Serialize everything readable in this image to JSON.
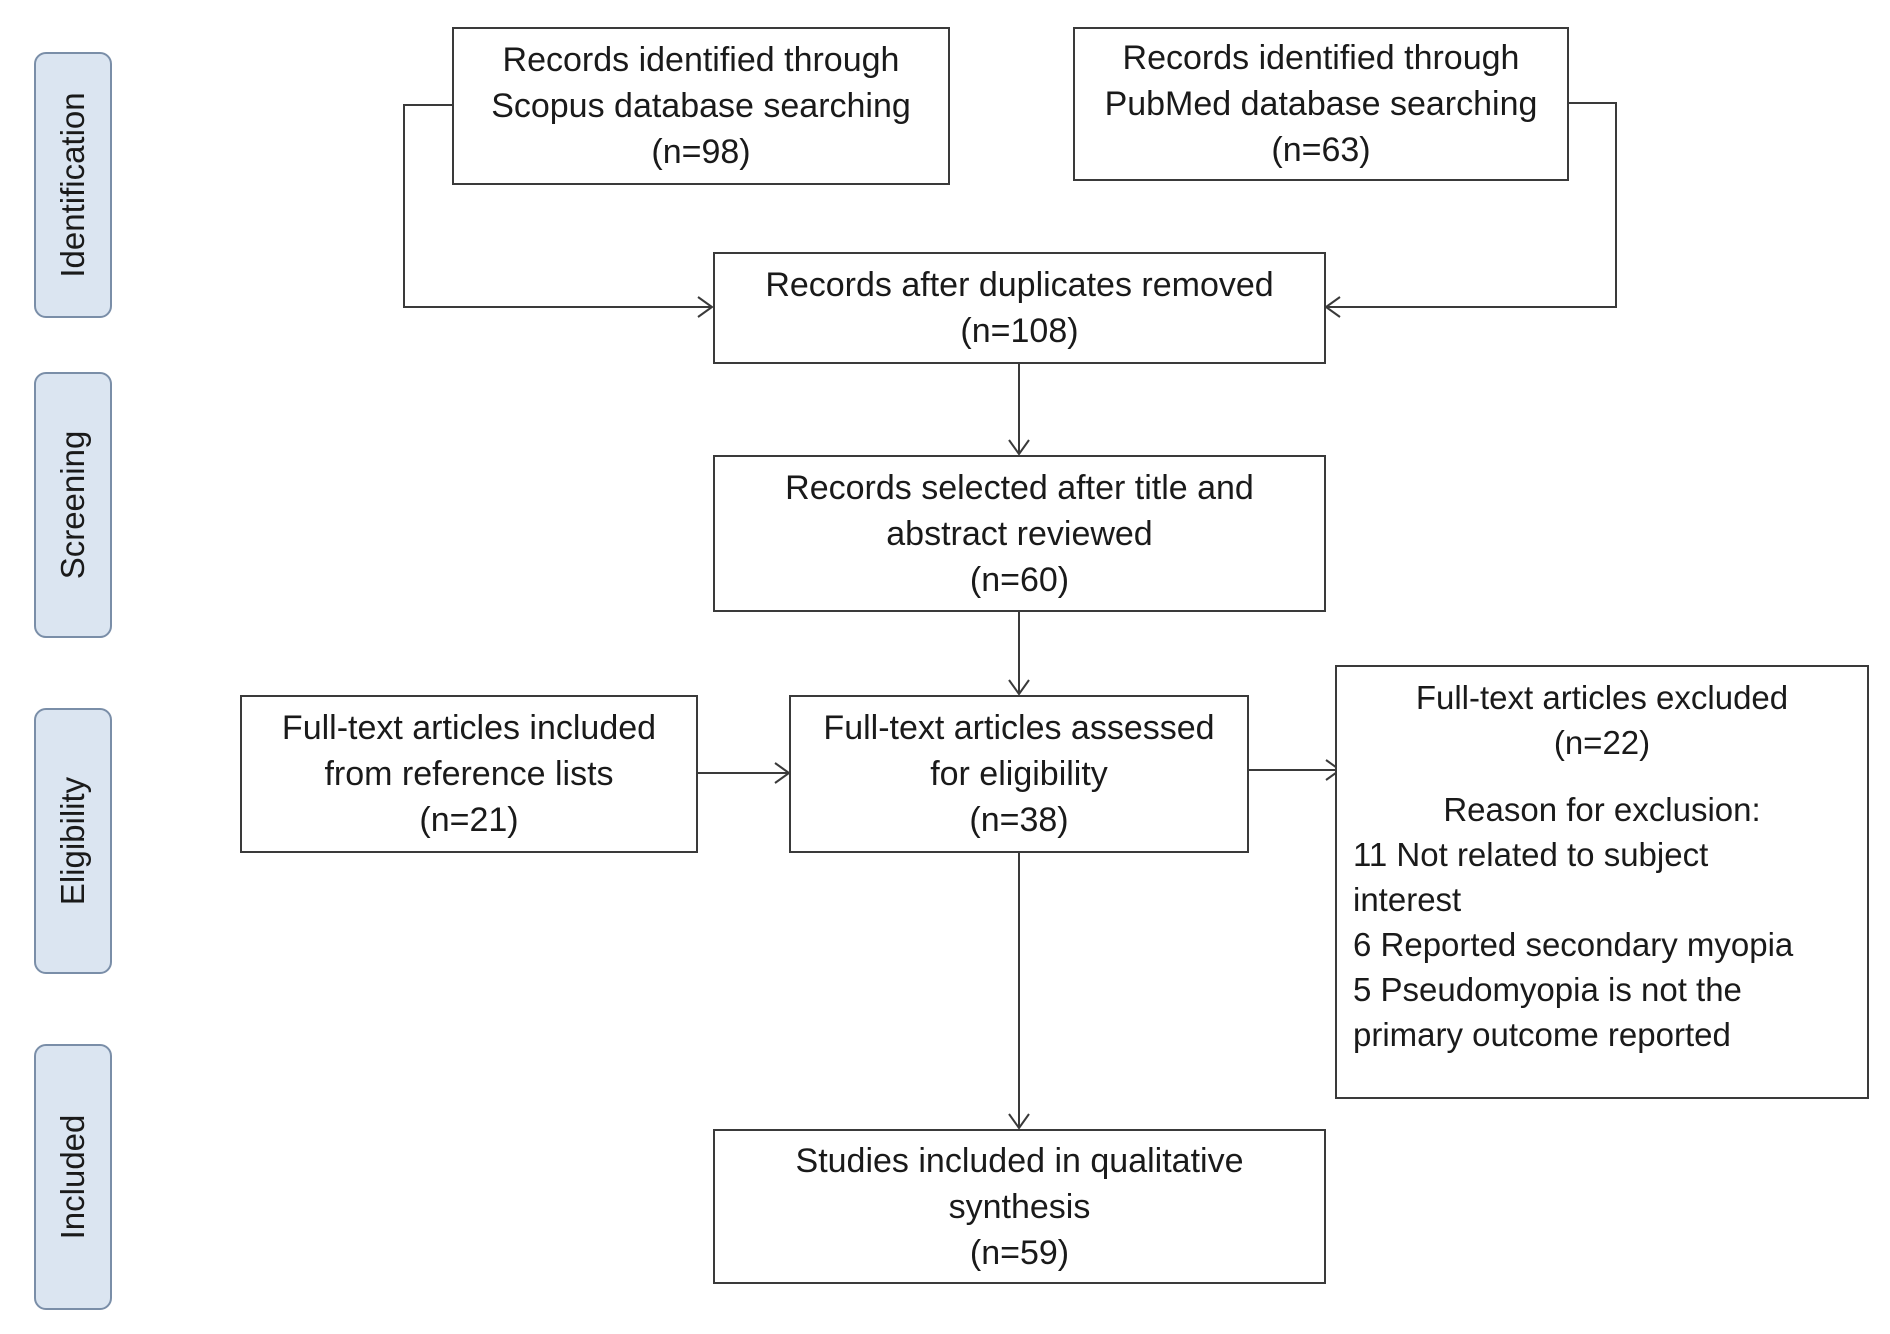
{
  "stages": [
    {
      "label": "Identification"
    },
    {
      "label": "Screening"
    },
    {
      "label": "Eligibility"
    },
    {
      "label": "Included"
    }
  ],
  "boxes": {
    "scopus": {
      "lines": [
        "Records identified through",
        "Scopus database searching",
        "(n=98)"
      ]
    },
    "pubmed": {
      "lines": [
        "Records identified through",
        "PubMed database searching",
        "(n=63)"
      ]
    },
    "dedup": {
      "lines": [
        "Records after duplicates removed",
        "(n=108)"
      ]
    },
    "screened": {
      "lines": [
        "Records selected after title and",
        "abstract reviewed",
        "(n=60)"
      ]
    },
    "reference": {
      "lines": [
        "Full-text articles included",
        "from reference lists",
        "(n=21)"
      ]
    },
    "assessed": {
      "lines": [
        "Full-text articles assessed",
        "for eligibility",
        "(n=38)"
      ]
    },
    "included": {
      "lines": [
        "Studies included in qualitative",
        "synthesis",
        "(n=59)"
      ]
    }
  },
  "excluded": {
    "title": "Full-text articles excluded",
    "count": "(n=22)",
    "reason_heading": "Reason for exclusion:",
    "reasons": [
      "11 Not related to subject",
      "interest",
      "6 Reported secondary myopia",
      "5 Pseudomyopia is not the",
      "primary outcome reported"
    ]
  }
}
